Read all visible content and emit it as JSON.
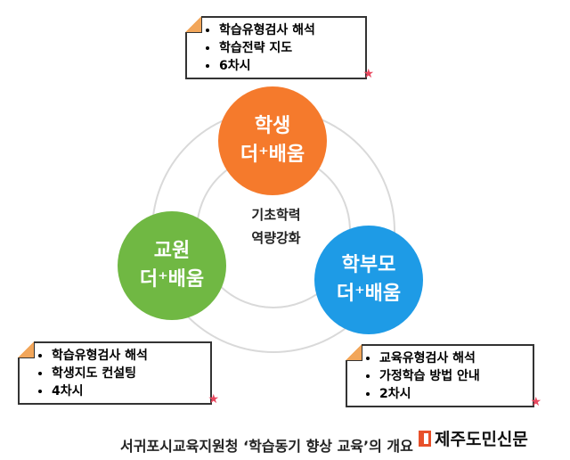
{
  "center": [
    "기초학력",
    "역량강화"
  ],
  "nodes": [
    {
      "id": "student",
      "lines": [
        "학생",
        "더⁺배움"
      ],
      "color": "#f57a2c"
    },
    {
      "id": "teacher",
      "lines": [
        "교원",
        "더⁺배움"
      ],
      "color": "#70b843"
    },
    {
      "id": "parent",
      "lines": [
        "학부모",
        "더⁺배움"
      ],
      "color": "#1e9be6"
    }
  ],
  "boxes": [
    {
      "items": [
        "학습유형검사 해석",
        "학습전략 지도",
        "6차시"
      ]
    },
    {
      "items": [
        "학습유형검사 해석",
        "학생지도 컨설팅",
        "4차시"
      ]
    },
    {
      "items": [
        "교육유형검사 해석",
        "가정학습 방법 안내",
        "2차시"
      ]
    }
  ],
  "caption": "서귀포시교육지원청 ‘학습동기 향상 교육’의 개요",
  "watermark": "제주도민신문"
}
